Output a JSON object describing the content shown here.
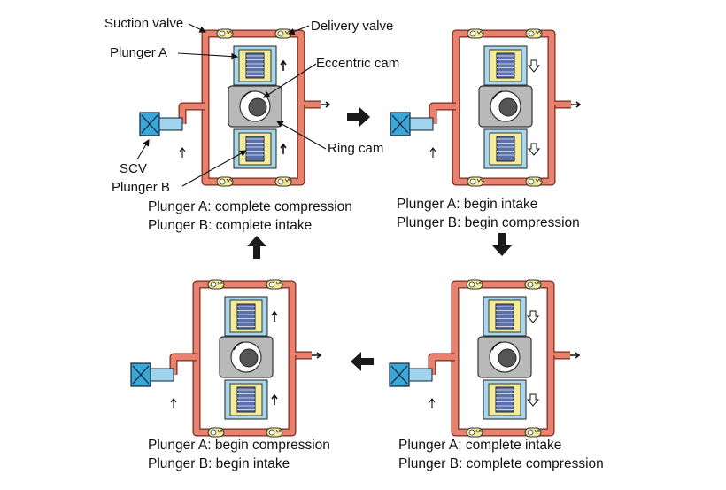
{
  "colors": {
    "pipe": "#e8826e",
    "pipe_inner": "#ffffff",
    "body_blue": "#a8d8ee",
    "plunger_yellow": "#f3ec9a",
    "cam_gray": "#b9b9b9",
    "scv_blue": "#3aa7d8",
    "arrow_dark": "#1a1a1a"
  },
  "labels": {
    "suction_valve": "Suction valve",
    "delivery_valve": "Delivery valve",
    "plunger_a": "Plunger A",
    "eccentric_cam": "Eccentric cam",
    "ring_cam": "Ring cam",
    "scv": "SCV",
    "plunger_b": "Plunger B"
  },
  "stages": [
    {
      "line1": "Plunger A: complete compression",
      "line2": "Plunger B: complete intake"
    },
    {
      "line1": "Plunger A: begin intake",
      "line2": "Plunger B: begin compression"
    },
    {
      "line1": "Plunger A: complete intake",
      "line2": "Plunger B: complete compression"
    },
    {
      "line1": "Plunger A: begin compression",
      "line2": "Plunger B: begin intake"
    }
  ],
  "flow_arrows": [
    "right-arrow",
    "down-arrow",
    "left-arrow",
    "up-arrow"
  ]
}
